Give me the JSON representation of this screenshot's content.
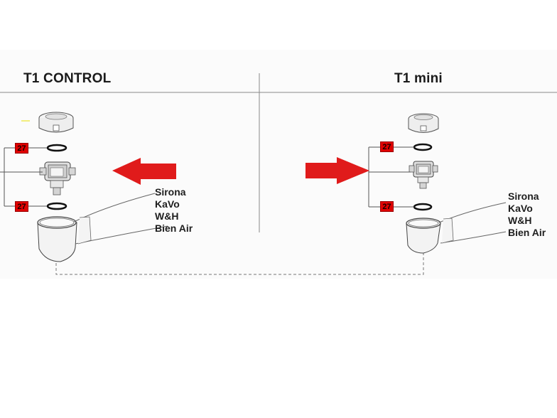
{
  "panels": {
    "left": {
      "title": "T1 CONTROL",
      "brands": [
        "Sirona",
        "KaVo",
        "W&H",
        "Bien Air"
      ],
      "part_numbers": [
        "27",
        "27"
      ],
      "arrow_direction": "left"
    },
    "right": {
      "title": "T1 mini",
      "brands": [
        "Sirona",
        "KaVo",
        "W&H",
        "Bien Air"
      ],
      "part_numbers": [
        "27",
        "27"
      ],
      "arrow_direction": "right"
    }
  },
  "colors": {
    "arrow": "#e01b1b",
    "badge": "#e00000",
    "line": "#555555"
  }
}
